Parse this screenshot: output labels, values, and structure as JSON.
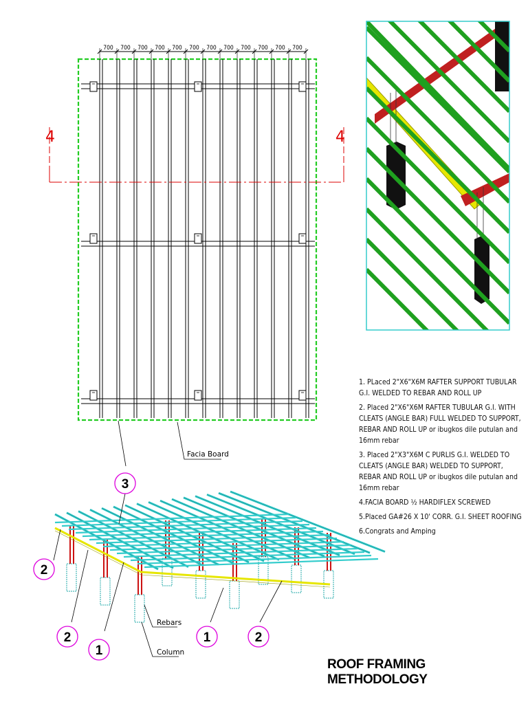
{
  "dimensions": [
    "700",
    "700",
    "700",
    "700",
    "700",
    "700",
    "700",
    "700",
    "700",
    "700",
    "700",
    "700"
  ],
  "section_marks": [
    "4",
    "4"
  ],
  "labels": {
    "facia_board": "Facia Board",
    "rebars": "Rebars",
    "column": "Column"
  },
  "callouts": [
    "3",
    "2",
    "2",
    "1",
    "1",
    "2"
  ],
  "notes": [
    "1. PLaced 2\"X6\"X6M RAFTER SUPPORT TUBULAR G.I. WELDED TO REBAR AND ROLL UP",
    "2. Placed 2\"X6\"X6M RAFTER TUBULAR G.I. WITH CLEATS (ANGLE BAR) FULL WELDED TO SUPPORT, REBAR AND ROLL UP or ibugkos dile putulan and 16mm rebar",
    "3. Placed 2\"X3\"X6M C PURLIS G.I. WELDED TO CLEATS (ANGLE BAR) WELDED TO SUPPORT, REBAR AND ROLL UP or ibugkos dile putulan and 16mm rebar",
    "4.FACIA BOARD ½ HARDIFLEX SCREWED",
    "5.Placed GA#26 X 10' CORR. G.I. SHEET ROOFING",
    "6.Congrats and Amping"
  ],
  "title": "ROOF FRAMING METHODOLOGY",
  "colors": {
    "facia": "#22cc22",
    "section": "#dd0000",
    "frame": "#33cccc",
    "callout": "#dd00dd",
    "purlin": "#1fa01f",
    "rafter": "#c02020",
    "support": "#e6e600"
  }
}
